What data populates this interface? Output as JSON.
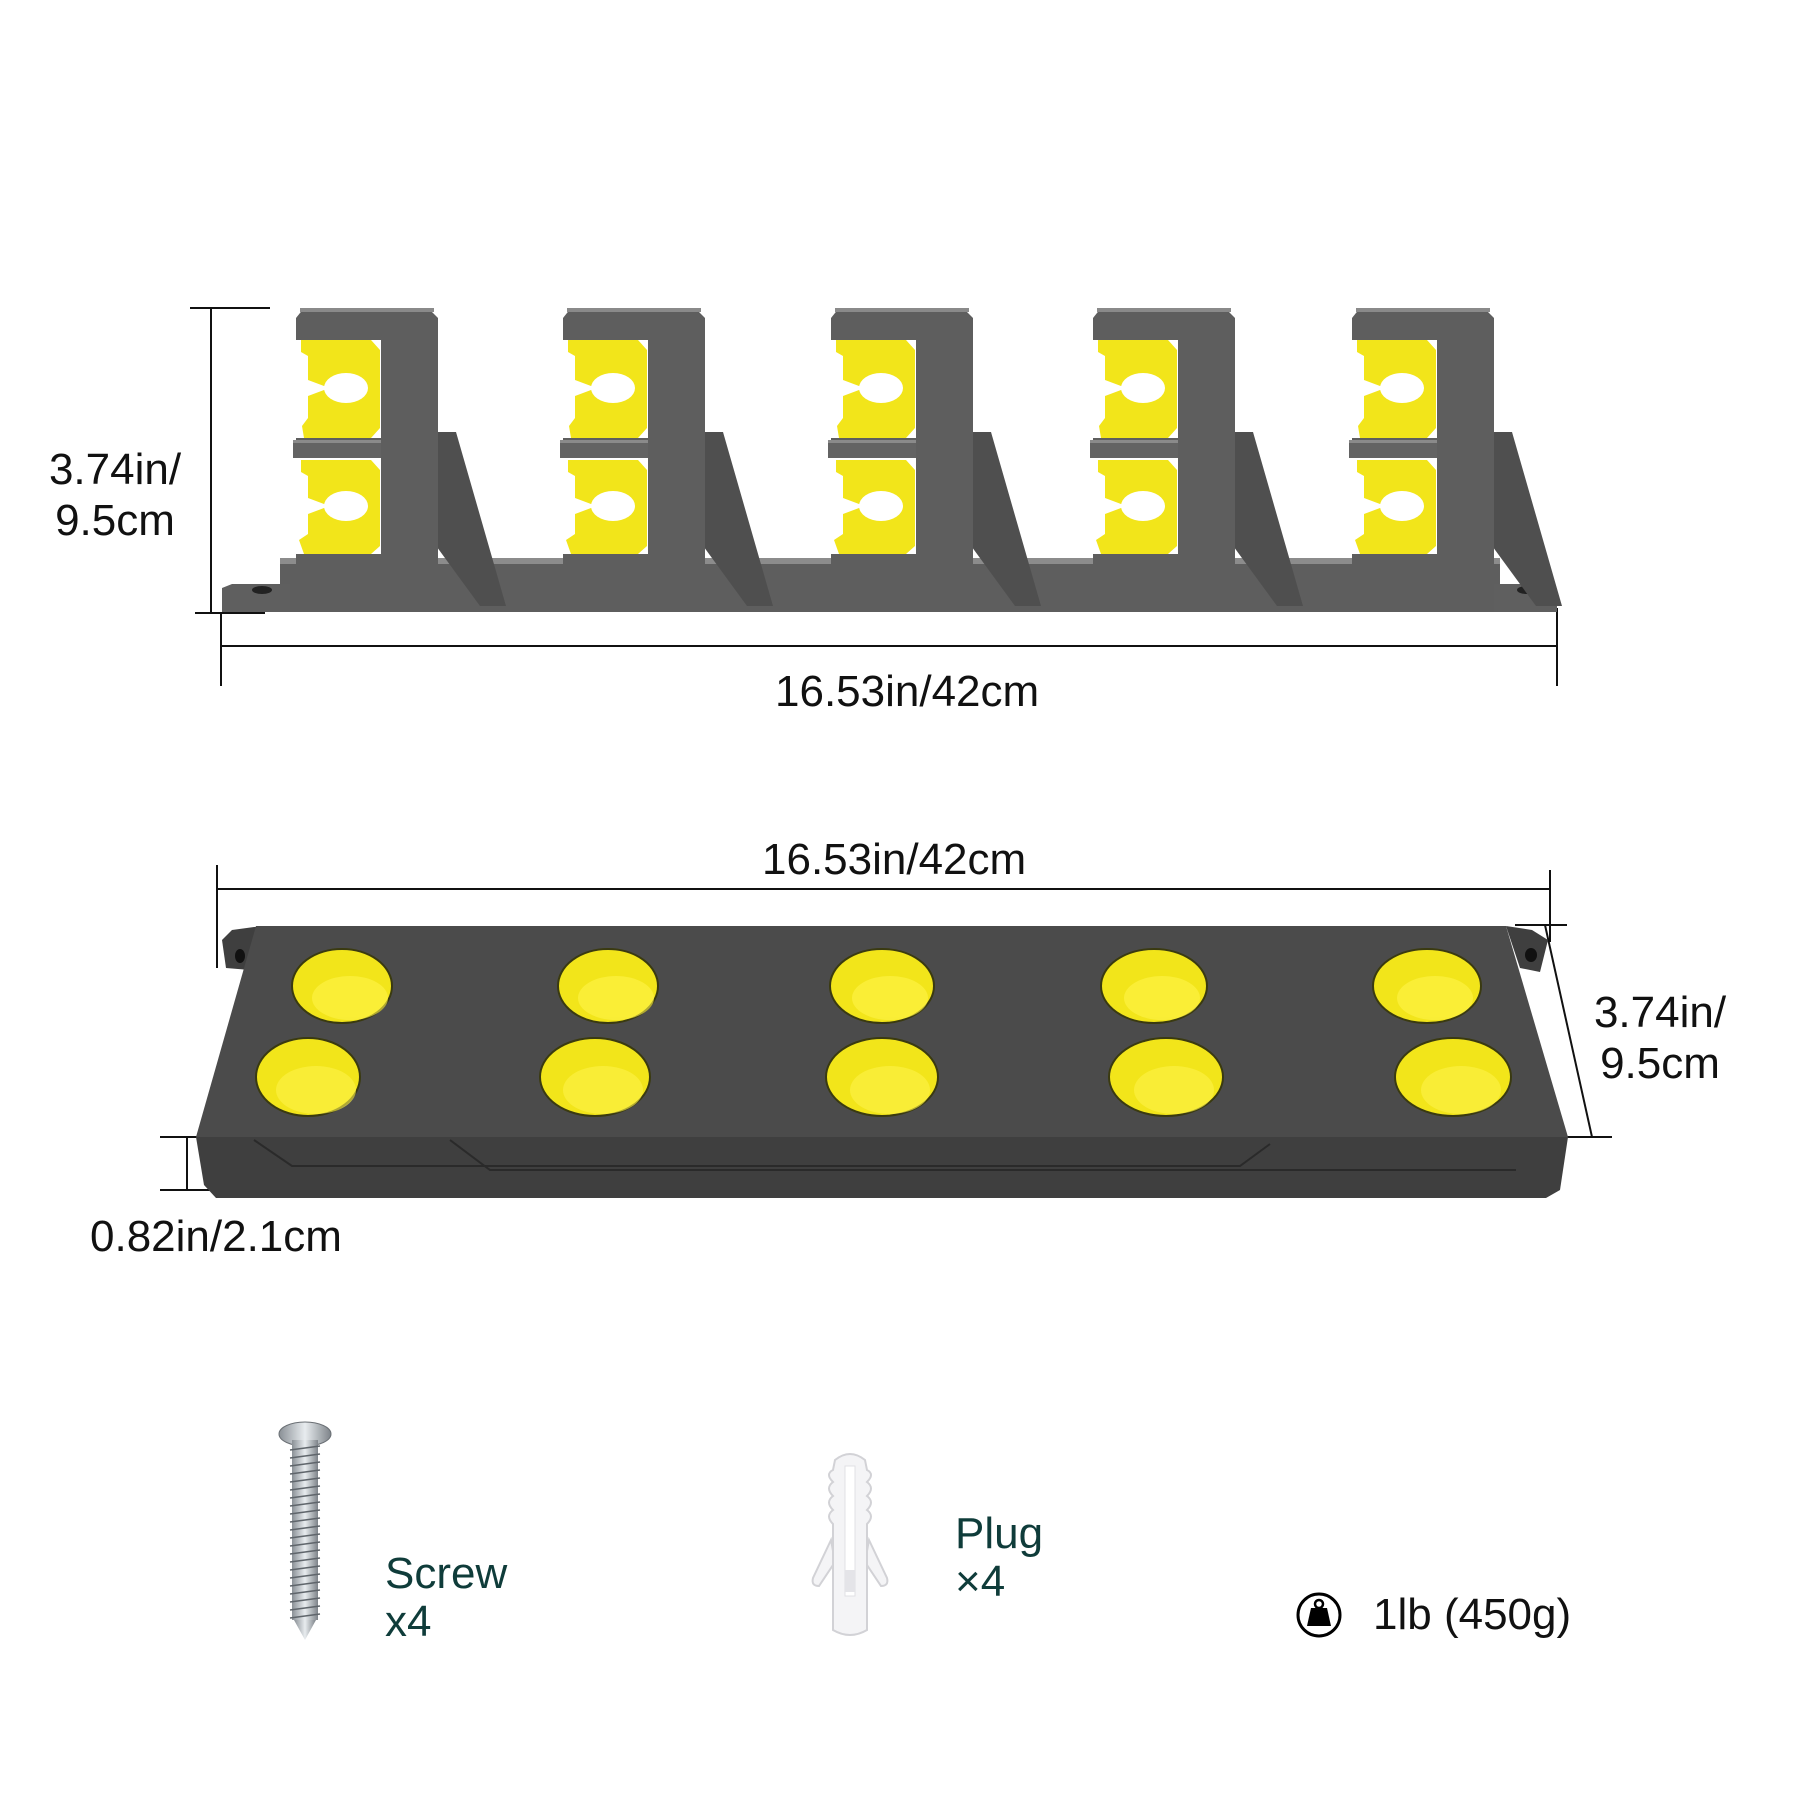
{
  "colors": {
    "body_grey": "#5e5e5e",
    "body_grey_dark": "#4a4a4a",
    "insert_yellow": "#f2e51a",
    "accessory_text": "#0f3c3a",
    "dimension_text": "#111111"
  },
  "front_view": {
    "height_label_line1": "3.74in/",
    "height_label_line2": "9.5cm",
    "width_label": "16.53in/42cm",
    "upright_count": 5,
    "slots_per_upright": 2
  },
  "top_view": {
    "width_label": "16.53in/42cm",
    "depth_label_line1": "3.74in/",
    "depth_label_line2": "9.5cm",
    "thickness_label": "0.82in/2.1cm",
    "hole_rows": 2,
    "hole_columns": 5
  },
  "accessories": [
    {
      "name": "Screw",
      "quantity": "x4",
      "icon": "screw-icon"
    },
    {
      "name": "Plug",
      "quantity": "×4",
      "icon": "wall-plug-icon"
    }
  ],
  "weight": {
    "icon": "weight-icon",
    "label": "1lb (450g)"
  }
}
